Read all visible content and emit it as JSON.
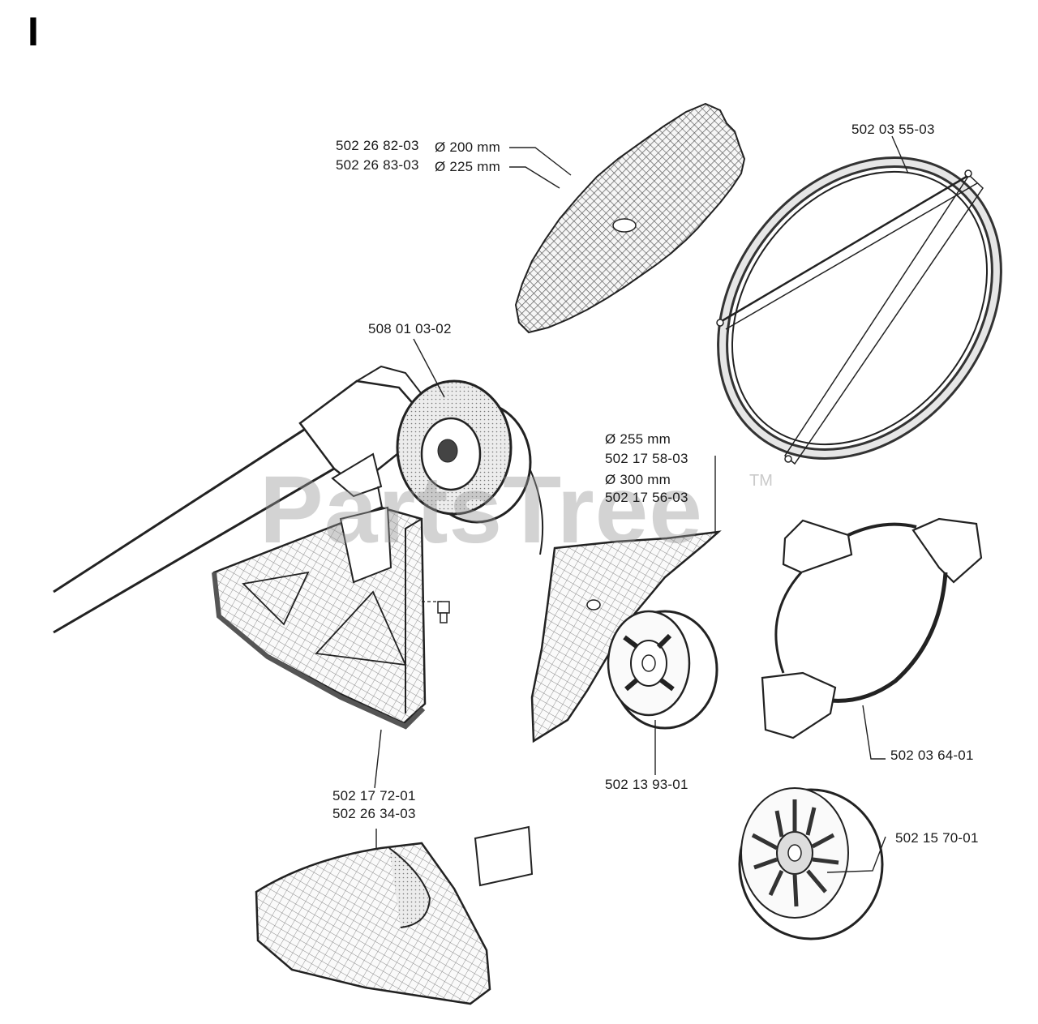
{
  "section_letter": "I",
  "watermark": {
    "text": "PartsTree",
    "trademark": "TM"
  },
  "labels": {
    "blade_200_part": "502 26 82-03",
    "blade_200_size": "Ø 200 mm",
    "blade_225_part": "502 26 83-03",
    "blade_225_size": "Ø 225 mm",
    "guard_ring": "502 03 55-03",
    "trimmer_head": "508 01 03-02",
    "blade_255_size": "Ø 255 mm",
    "blade_255_part": "502 17 58-03",
    "blade_300_size": "Ø 300 mm",
    "blade_300_part": "502 17 56-03",
    "shield_part_1": "502 17 72-01",
    "shield_part_2": "502 26 34-03",
    "support_cup": "502 13 93-01",
    "harness": "502 03 64-01",
    "fan_cup": "502 15 70-01"
  }
}
